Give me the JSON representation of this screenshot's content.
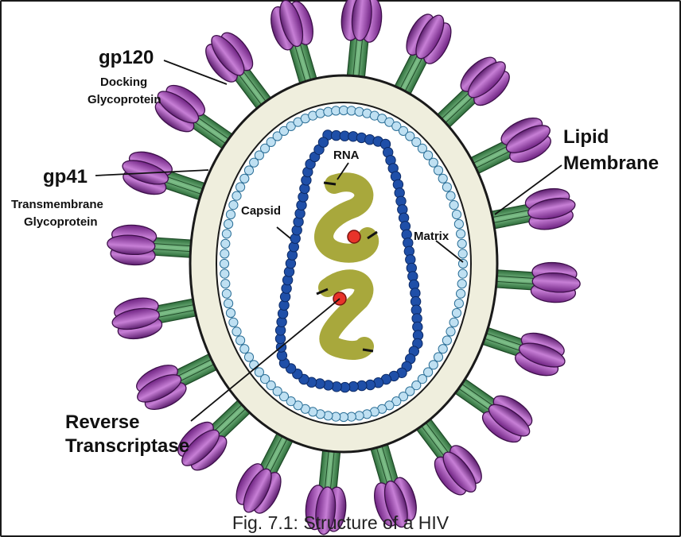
{
  "labels": {
    "gp120": "gp120",
    "gp120_desc_1": "Docking",
    "gp120_desc_2": "Glycoprotein",
    "gp41": "gp41",
    "gp41_desc_1": "Transmembrane",
    "gp41_desc_2": "Glycoprotein",
    "lipid_1": "Lipid",
    "lipid_2": "Membrane",
    "rna": "RNA",
    "capsid": "Capsid",
    "matrix": "Matrix",
    "rt_1": "Reverse",
    "rt_2": "Transcriptase"
  },
  "caption": "Fig. 7.1: Structure of a HIV",
  "colors": {
    "membrane": "#efeedd",
    "matrix": "#bfe0f2",
    "capsid": "#1f4fa8",
    "rna": "#a8a83c",
    "stalk": "#4f9a5b",
    "knob": "#9b3fae",
    "enzyme": "#e8332a"
  }
}
